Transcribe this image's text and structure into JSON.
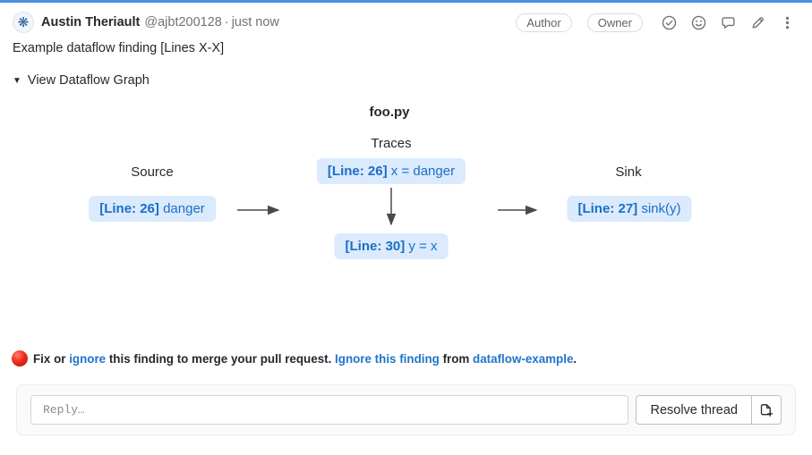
{
  "colors": {
    "accent_top": "#4a90db",
    "link_blue": "#1f75cb",
    "node_background": "#dbeafc",
    "node_text": "#1a6fc7",
    "arrow": "#4a4a4a",
    "danger_dot": "#ee2917",
    "muted_text": "#737278"
  },
  "header": {
    "author_name": "Austin Theriault",
    "author_handle": "@ajbt200128",
    "separator": "·",
    "timestamp": "just now",
    "badges": [
      {
        "label": "Author"
      },
      {
        "label": "Owner"
      }
    ],
    "action_icons": [
      "check-circle-icon",
      "smiley-icon",
      "comment-icon",
      "pencil-icon",
      "kebab-menu-icon"
    ],
    "avatar_icon": "mandala-avatar",
    "avatar_glyph": "❋"
  },
  "comment": {
    "body": "Example dataflow finding [Lines X-X]"
  },
  "dataflow_graph": {
    "collapse_caret": "▼",
    "toggle_label": "View Dataflow Graph",
    "file_title": "foo.py",
    "labels": {
      "source": "Source",
      "traces": "Traces",
      "sink": "Sink"
    },
    "nodes": {
      "source": {
        "line": "[Line: 26]",
        "code": "danger"
      },
      "trace_1": {
        "line": "[Line: 26]",
        "code": "x = danger"
      },
      "trace_2": {
        "line": "[Line: 30]",
        "code": "y = x"
      },
      "sink": {
        "line": "[Line: 27]",
        "code": "sink(y)"
      }
    }
  },
  "notice": {
    "prefix": "Fix or ",
    "ignore_link": "ignore",
    "middle": " this finding to merge your pull request. ",
    "ignore_finding_link": "Ignore this finding",
    "from_text": " from ",
    "ruleset_link": "dataflow-example",
    "suffix": "."
  },
  "reply": {
    "placeholder": "Reply…",
    "resolve_button": "Resolve thread",
    "resolve_issue_icon": "document-plus-icon"
  }
}
